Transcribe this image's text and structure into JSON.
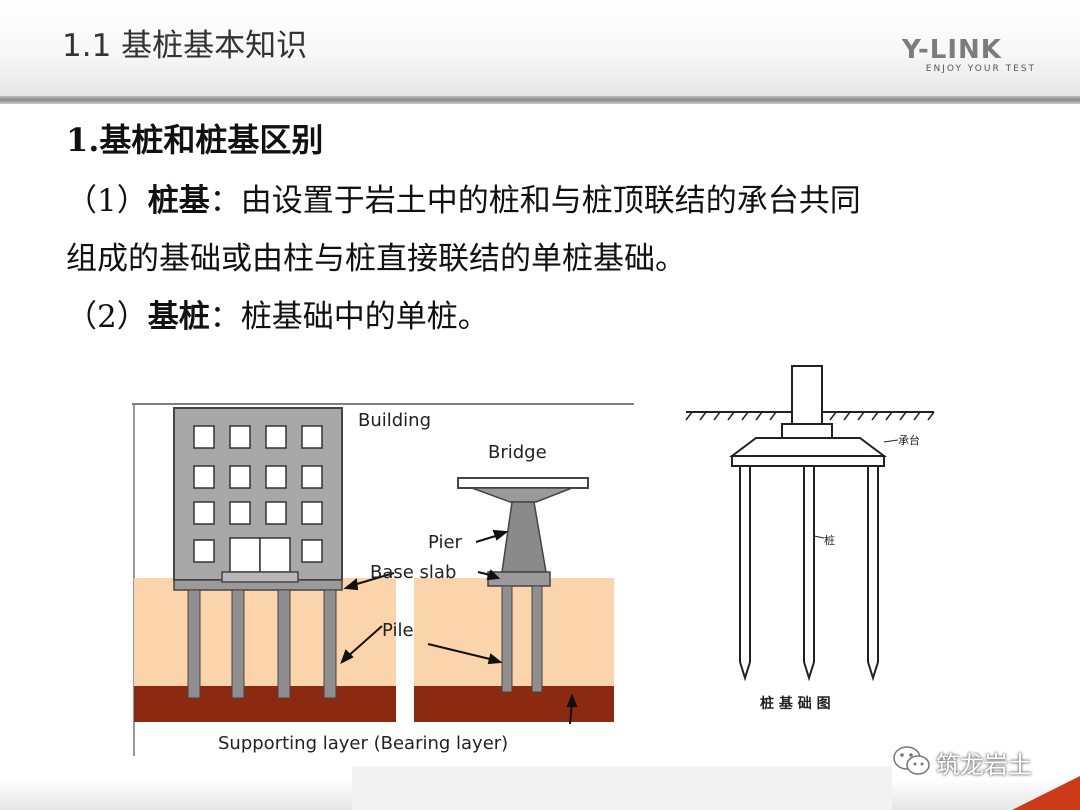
{
  "header": {
    "title": "1.1 基桩基本知识",
    "logo_text": "Y-LINK",
    "logo_tagline": "ENJOY YOUR TEST"
  },
  "content": {
    "heading": "1.基桩和桩基区别",
    "item1": {
      "prefix": "（1）",
      "term": "桩基",
      "colon": "：",
      "line1_rest": "由设置于岩土中的桩和与桩顶联结的承台共同",
      "line2": "组成的基础或由柱与桩直接联结的单桩基础。"
    },
    "item2": {
      "prefix": "（2）",
      "term": "基桩",
      "colon": "：",
      "rest": "桩基础中的单桩。"
    }
  },
  "figure_left": {
    "building_label": "Building",
    "bridge_label": "Bridge",
    "pier_label": "Pier",
    "base_slab_label": "Base slab",
    "pile_label": "Pile",
    "supporting_label": "Supporting layer (Bearing layer)"
  },
  "figure_right": {
    "cap_label": "承台",
    "pile_label": "桩",
    "caption": "桩 基 础 图"
  },
  "watermark": {
    "text": "筑龙岩土"
  },
  "colors": {
    "soil": "#fcd4ac",
    "bearing": "#8b2a10",
    "accent": "#cc3a18"
  }
}
